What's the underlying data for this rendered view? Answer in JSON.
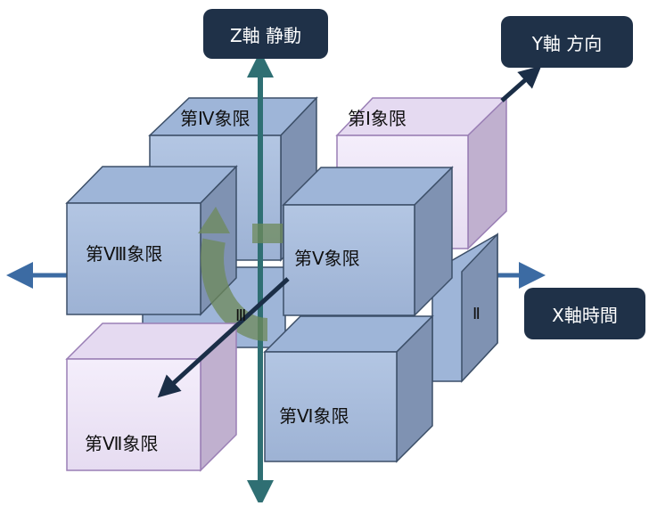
{
  "axes": {
    "z_label": "Z軸 静動",
    "y_label": "Y軸 方向",
    "x_label": "X軸時間"
  },
  "quadrants": {
    "q1": "第Ⅰ象限",
    "q2": "Ⅱ",
    "q3": "Ⅲ",
    "q4": "第Ⅳ象限",
    "q5": "第Ⅴ象限",
    "q6": "第Ⅵ象限",
    "q7": "第Ⅶ象限",
    "q8": "第Ⅷ象限"
  },
  "colors": {
    "blue_front": "#a9bede",
    "blue_top": "#9eb5d8",
    "blue_side": "#7f92b2",
    "purple_front": "#eee8f6",
    "purple_top": "#e5daf1",
    "purple_side": "#c0b0cf",
    "purple_stroke": "#9a7fb5",
    "blue_stroke": "#3c4f68",
    "axis_blue": "#3c6ba3",
    "axis_teal": "#2f6f73",
    "arrow_navy": "#1b2e47",
    "rotation_green": "#6e8a5a",
    "label_bg": "#1f3148"
  }
}
